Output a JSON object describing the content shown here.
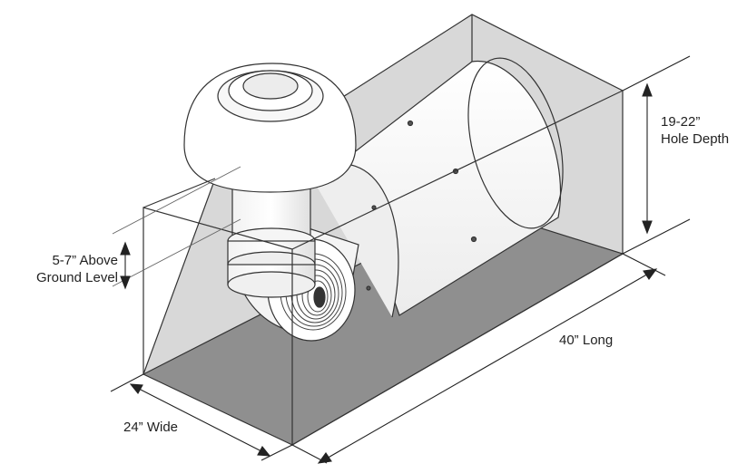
{
  "labels": {
    "hole_depth_line1": "19-22”",
    "hole_depth_line2": "Hole Depth",
    "above_ground_line1": "5-7” Above",
    "above_ground_line2": "Ground Level",
    "length": "40” Long",
    "width": "24” Wide"
  },
  "colors": {
    "box_fill": "#dcdcdc",
    "hole_floor": "#8e8e8e",
    "unit_white": "#ffffff",
    "outline": "#333333"
  }
}
